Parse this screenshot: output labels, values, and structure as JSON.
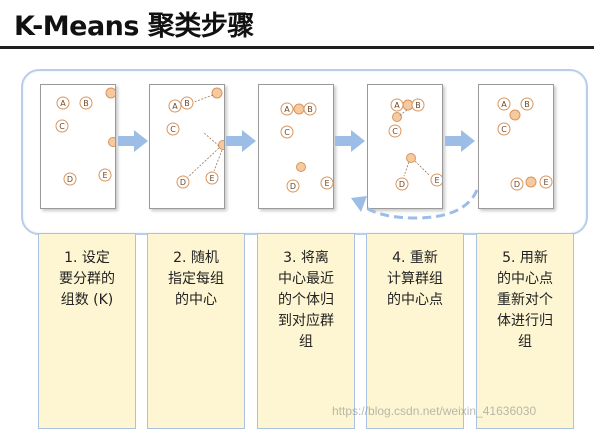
{
  "title": "K-Means 聚类步骤",
  "watermark": "https://blog.csdn.net/weixin_41636030",
  "colors": {
    "point_fill": "#f6c99f",
    "point_stroke": "#d9955c",
    "arrow": "#9bbde6",
    "frame": "#b9cfe9",
    "step_bg": "#fef6d2",
    "dashed_arrow": "#9bbde6"
  },
  "point_letters": [
    "A",
    "B",
    "C",
    "D",
    "E"
  ],
  "steps": [
    {
      "text": "1. 设定\n要分群的\n组数 (K)"
    },
    {
      "text": "2. 随机\n指定每组\n的中心"
    },
    {
      "text": "3. 将离\n中心最近\n的个体归\n到对应群\n组"
    },
    {
      "text": "4. 重新\n计算群组\n的中心点"
    },
    {
      "text": "5. 用新\n的中心点\n重新对个\n体进行归\n组"
    }
  ]
}
